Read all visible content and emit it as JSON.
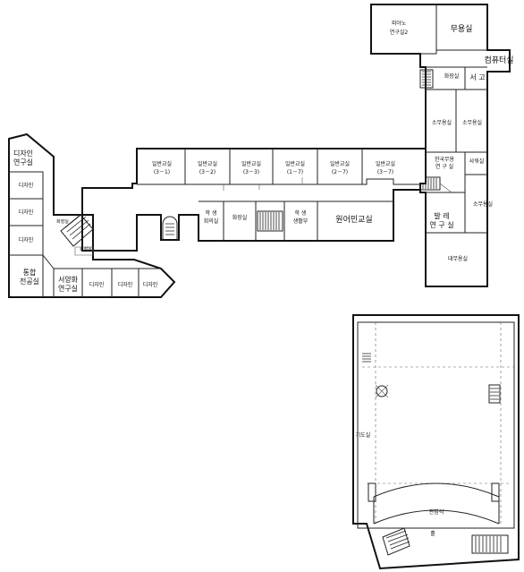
{
  "labels": {
    "piano_lab2": [
      "피아노",
      "연구실2"
    ],
    "dance_room_top": "무용실",
    "computer_room": "컴퓨터실",
    "restroom_east": "화장실",
    "storage": "서 고",
    "small_dance_a": "소무용실",
    "small_dance_b": "소무용실",
    "korean_dance_lab": [
      "한국무용",
      "연 구 실"
    ],
    "shower_room": "샤워실",
    "small_dance_c": "소무용실",
    "ballet_lab": [
      "발 레",
      "연 구 실"
    ],
    "large_dance_room": "대무용실",
    "class_3_1": [
      "일반교실",
      "(3－1)"
    ],
    "class_3_2": [
      "일반교실",
      "(3－2)"
    ],
    "class_3_3": [
      "일반교실",
      "(3－3)"
    ],
    "class_1_7": [
      "일반교실",
      "(1－7)"
    ],
    "class_2_7": [
      "일반교실",
      "(2－7)"
    ],
    "class_3_7": [
      "일반교실",
      "(3－7)"
    ],
    "student_council": [
      "학 생",
      "회의실"
    ],
    "restroom_mid": "화장실",
    "student_life": [
      "학 생",
      "생활부"
    ],
    "native_teacher": "원어민교실",
    "design_lab": [
      "디자인",
      "연구실"
    ],
    "design_1": "디자인",
    "design_2": "디자인",
    "design_3": "디자인",
    "restroom_west_a": "화장실",
    "restroom_west_b": "화장실",
    "integrated_studio": [
      "통합",
      "전공실"
    ],
    "western_painting_lab": [
      "서양화",
      "연구실"
    ],
    "design_4": "디자인",
    "design_5": "디자인",
    "design_6": "디자인",
    "prayer_room": "기도실",
    "auditorium_seats": "관람석",
    "hall": "홀"
  }
}
